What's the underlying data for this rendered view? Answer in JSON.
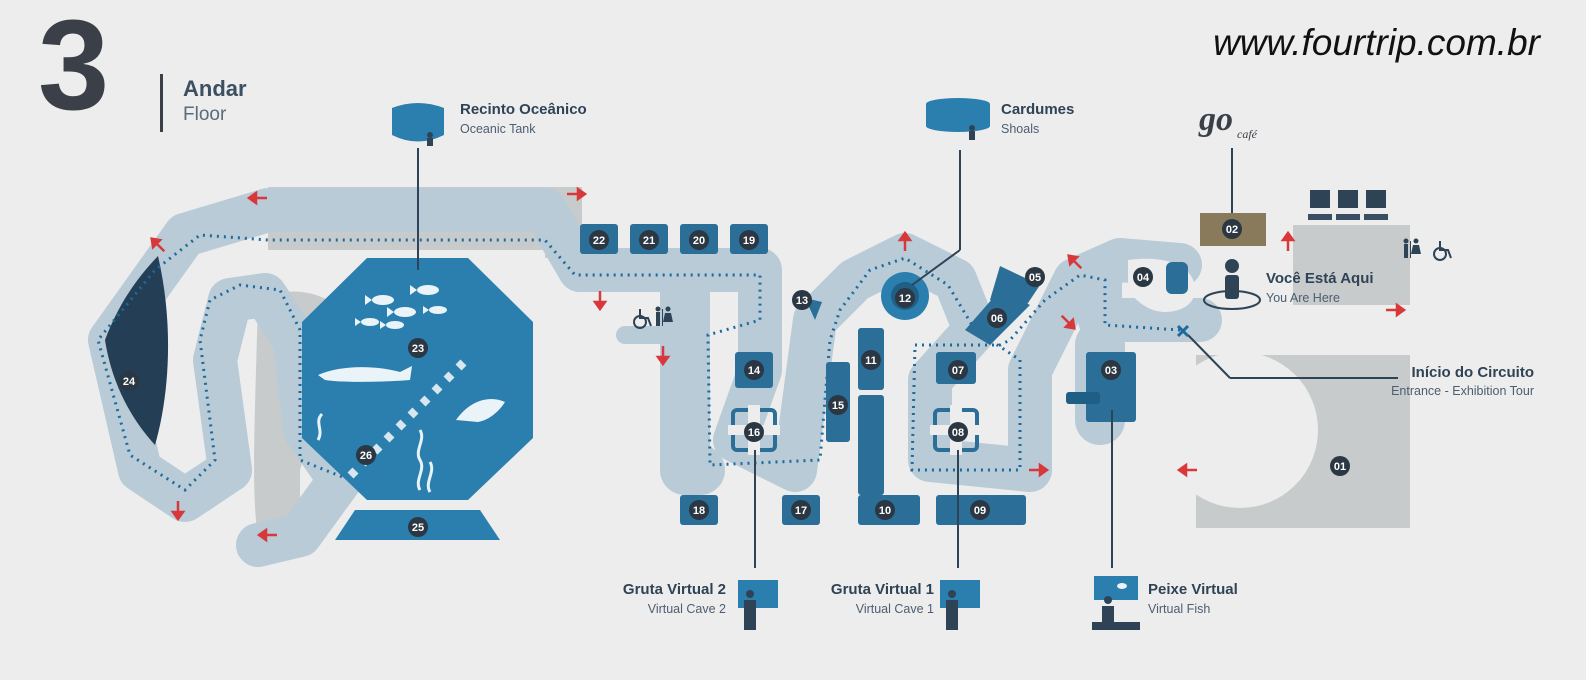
{
  "header": {
    "floor_number": "3",
    "floor_pt": "Andar",
    "floor_en": "Floor"
  },
  "watermark": "www.fourtrip.com.br",
  "cafe_logo": "go café",
  "legend": {
    "oceanic_tank": {
      "pt": "Recinto Oceânico",
      "en": "Oceanic Tank"
    },
    "shoals": {
      "pt": "Cardumes",
      "en": "Shoals"
    },
    "you_are_here": {
      "pt": "Você Está Aqui",
      "en": "You Are Here"
    },
    "circuit_start": {
      "pt": "Início do Circuito",
      "en": "Entrance - Exhibition Tour"
    },
    "virtual_cave_2": {
      "pt": "Gruta Virtual 2",
      "en": "Virtual Cave 2"
    },
    "virtual_cave_1": {
      "pt": "Gruta Virtual 1",
      "en": "Virtual Cave 1"
    },
    "virtual_fish": {
      "pt": "Peixe Virtual",
      "en": "Virtual Fish"
    }
  },
  "rooms": [
    "01",
    "02",
    "03",
    "04",
    "05",
    "06",
    "07",
    "08",
    "09",
    "10",
    "11",
    "12",
    "13",
    "14",
    "15",
    "16",
    "17",
    "18",
    "19",
    "20",
    "21",
    "22",
    "23",
    "24",
    "25",
    "26"
  ],
  "icons": [
    "restroom-icon",
    "wheelchair-icon",
    "elevator-icon",
    "exit-arrow-icon",
    "you-are-here-icon",
    "start-marker-icon"
  ],
  "colors": {
    "path": "#b9ccd8",
    "tank": "#2a7fae",
    "room": "#2b6f99",
    "wall": "#1f5f86",
    "gray_area": "#c9cbcb",
    "dark_area": "#243e55",
    "arrow": "#d9383a",
    "cafe": "#8a7a5c",
    "text": "#2f4357",
    "dotted_route": "#1d6a9c"
  }
}
